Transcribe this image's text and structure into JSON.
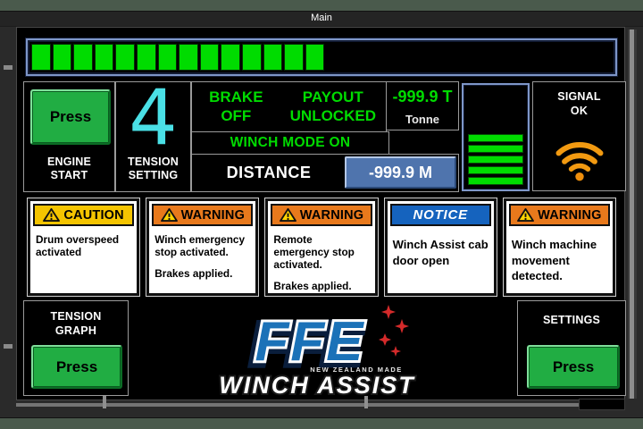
{
  "window": {
    "title": "Main"
  },
  "top_gauge": {
    "filled_segments": 14,
    "total_segments": 27,
    "segment_color": "#00dc00"
  },
  "engine_start": {
    "button_label": "Press",
    "label_lines": [
      "ENGINE",
      "START"
    ]
  },
  "tension_setting": {
    "value": "4",
    "label_lines": [
      "TENSION",
      "SETTING"
    ],
    "value_color": "#4ae0e6"
  },
  "status": {
    "brake_lines": [
      "BRAKE",
      "OFF"
    ],
    "payout_lines": [
      "PAYOUT",
      "UNLOCKED"
    ],
    "winch_mode": "WINCH MODE ON",
    "distance_label": "DISTANCE",
    "distance_value": "-999.9 M",
    "load_value": "-999.9 T",
    "load_unit": "Tonne",
    "text_green": "#00dc00",
    "distance_button_blue": "#4f74ad"
  },
  "load_meter": {
    "filled_segments": 5,
    "segment_color": "#00dc00"
  },
  "signal": {
    "label_lines": [
      "SIGNAL",
      "OK"
    ],
    "icon": "wifi-icon",
    "icon_color": "#f29a11"
  },
  "alerts": [
    {
      "type": "caution",
      "header": "CAUTION",
      "body_lines": [
        "Drum overspeed activated"
      ],
      "header_color": "#f4c400"
    },
    {
      "type": "warning",
      "header": "WARNING",
      "body_lines": [
        "Winch emergency stop activated.",
        "Brakes applied."
      ],
      "header_color": "#e8791c"
    },
    {
      "type": "warning",
      "header": "WARNING",
      "body_lines": [
        "Remote emergency stop activated.",
        "Brakes applied."
      ],
      "header_color": "#e8791c"
    },
    {
      "type": "notice",
      "header": "NOTICE",
      "body_lines": [
        "Winch Assist cab door open"
      ],
      "header_color": "#1563be"
    },
    {
      "type": "warning",
      "header": "WARNING",
      "body_lines": [
        "Winch machine movement detected."
      ],
      "header_color": "#e8791c"
    }
  ],
  "tension_graph": {
    "label_lines": [
      "TENSION",
      "GRAPH"
    ],
    "button_label": "Press"
  },
  "settings": {
    "label": "SETTINGS",
    "button_label": "Press"
  },
  "logo": {
    "brand": "FFE",
    "tagline": "NEW ZEALAND MADE",
    "product": "WINCH ASSIST"
  }
}
